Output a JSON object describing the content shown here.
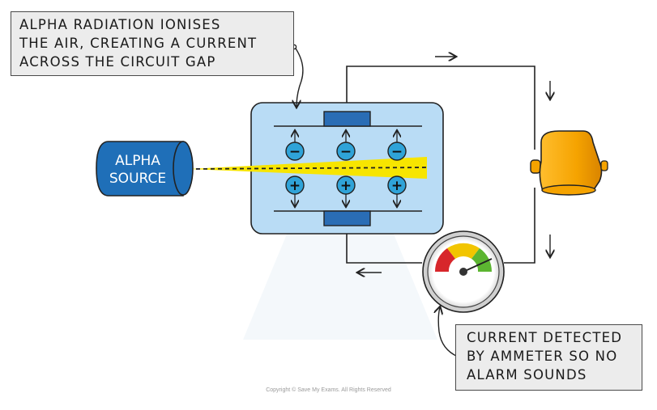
{
  "callouts": {
    "top": [
      "ALPHA RADIATION IONISES",
      "THE AIR, CREATING A CURRENT",
      "ACROSS THE CIRCUIT GAP"
    ],
    "bottom": [
      "CURRENT DETECTED",
      "BY AMMETER SO NO",
      "ALARM SOUNDS"
    ]
  },
  "source": {
    "line1": "ALPHA",
    "line2": "SOURCE"
  },
  "ions": {
    "negative": "−",
    "positive": "+"
  },
  "footer": "Copyright © Save My Exams. All Rights Reserved",
  "colors": {
    "chamber": "#b9dcf5",
    "plate": "#2a6db5",
    "beam": "#f7e500",
    "ion": "#2fa3d8",
    "source": "#1f6fb8",
    "bell": "#f5a300",
    "gauge_red": "#d7262b",
    "gauge_yellow": "#f2c500",
    "gauge_green": "#5cb531",
    "note_fill": "#ececec"
  },
  "icons": [
    "bell-icon",
    "ammeter-icon",
    "alpha-source-icon",
    "arrow-icon"
  ]
}
